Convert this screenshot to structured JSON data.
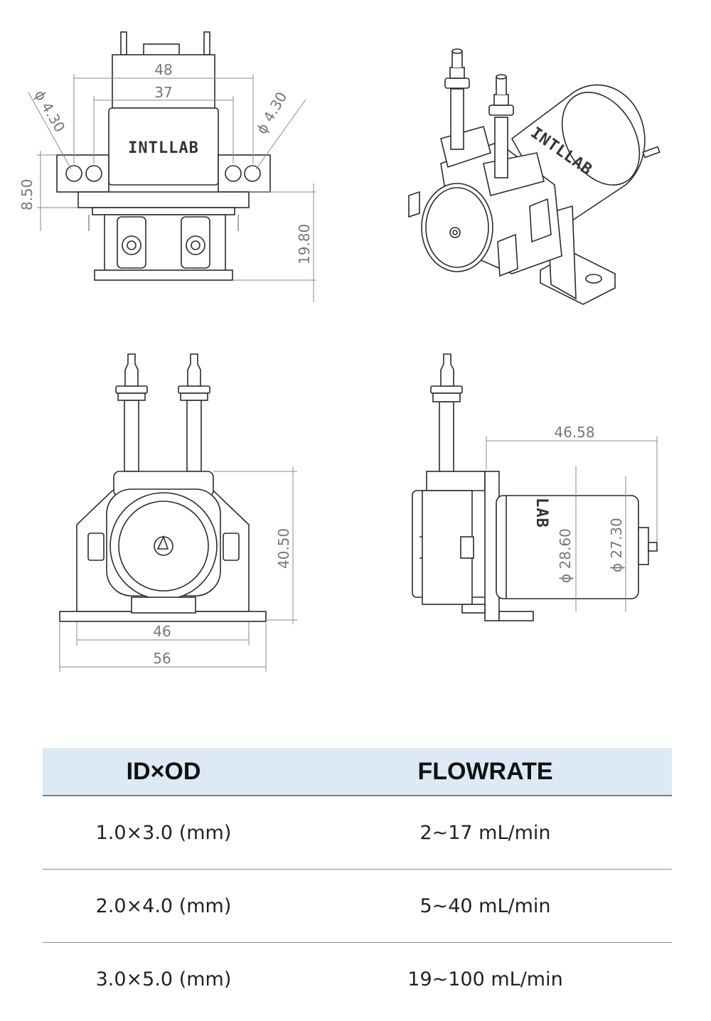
{
  "drawing": {
    "logo_text": "INTLLAB",
    "side_logo_text": "LAB",
    "top_view": {
      "width_outer": "48",
      "width_inner": "37",
      "hole_left": "ϕ 4.30",
      "hole_right": "ϕ 4.30",
      "flange_height": "8.50",
      "body_height": "19.80"
    },
    "front_view": {
      "height": "40.50",
      "width_inner": "46",
      "width_outer": "56"
    },
    "side_view": {
      "motor_length": "46.58",
      "motor_diameter": "ϕ 28.60",
      "cap_diameter": "ϕ 27.30"
    }
  },
  "table": {
    "headers": [
      "ID×OD",
      "FLOWRATE"
    ],
    "rows": [
      [
        "1.0×3.0 (mm)",
        "2~17 mL/min"
      ],
      [
        "2.0×4.0 (mm)",
        "5~40 mL/min"
      ],
      [
        "3.0×5.0 (mm)",
        "19~100 mL/min"
      ]
    ]
  }
}
